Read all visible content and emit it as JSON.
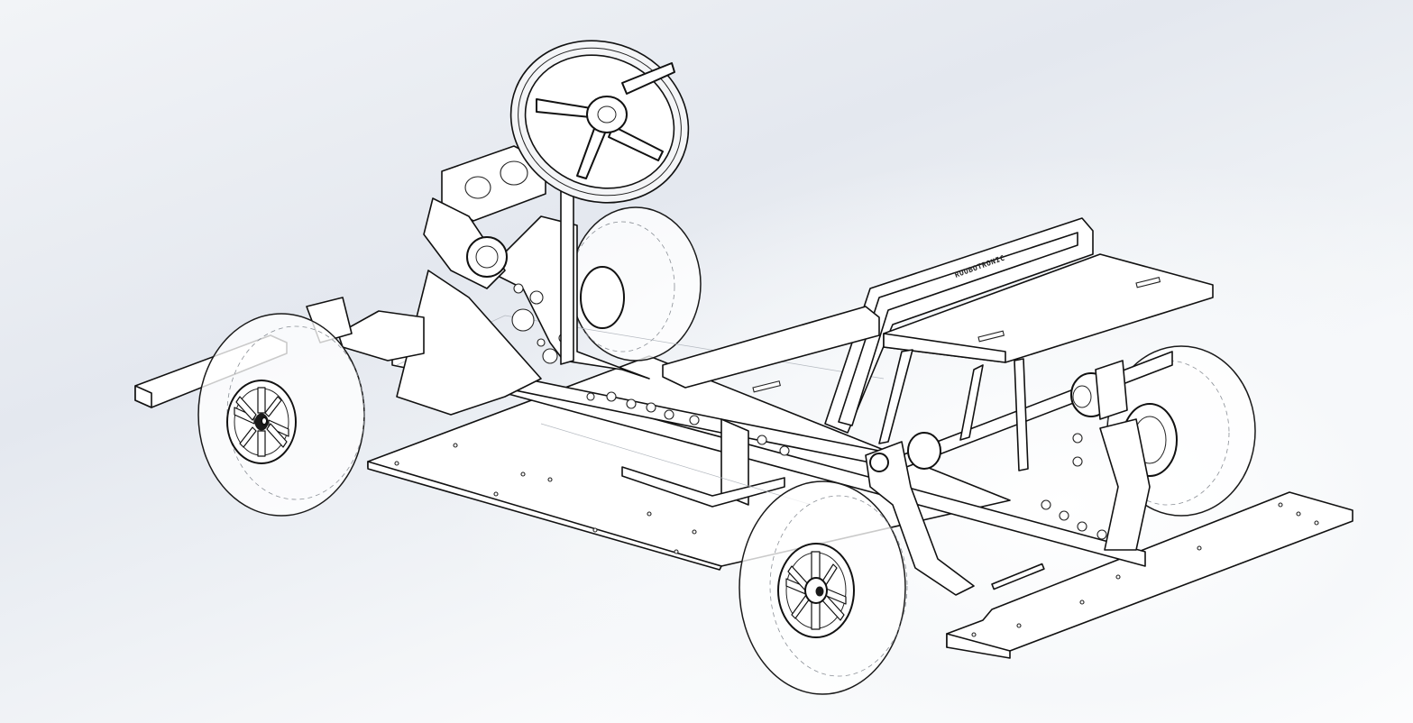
{
  "viewport": {
    "background_top": "#e4e8ef",
    "background_bottom": "#ffffff",
    "line_color": "#111111"
  },
  "model": {
    "seat_back_engraving": "ROOBOTRONIC",
    "parts": [
      "base-plate",
      "side-rail-left",
      "side-rail-right",
      "front-bumper-plate",
      "rear-bumper-plate",
      "steering-column",
      "steering-wheel",
      "seat",
      "seat-back",
      "front-left-wheel",
      "front-right-wheel",
      "rear-left-wheel",
      "rear-right-wheel",
      "drive-motor"
    ]
  }
}
